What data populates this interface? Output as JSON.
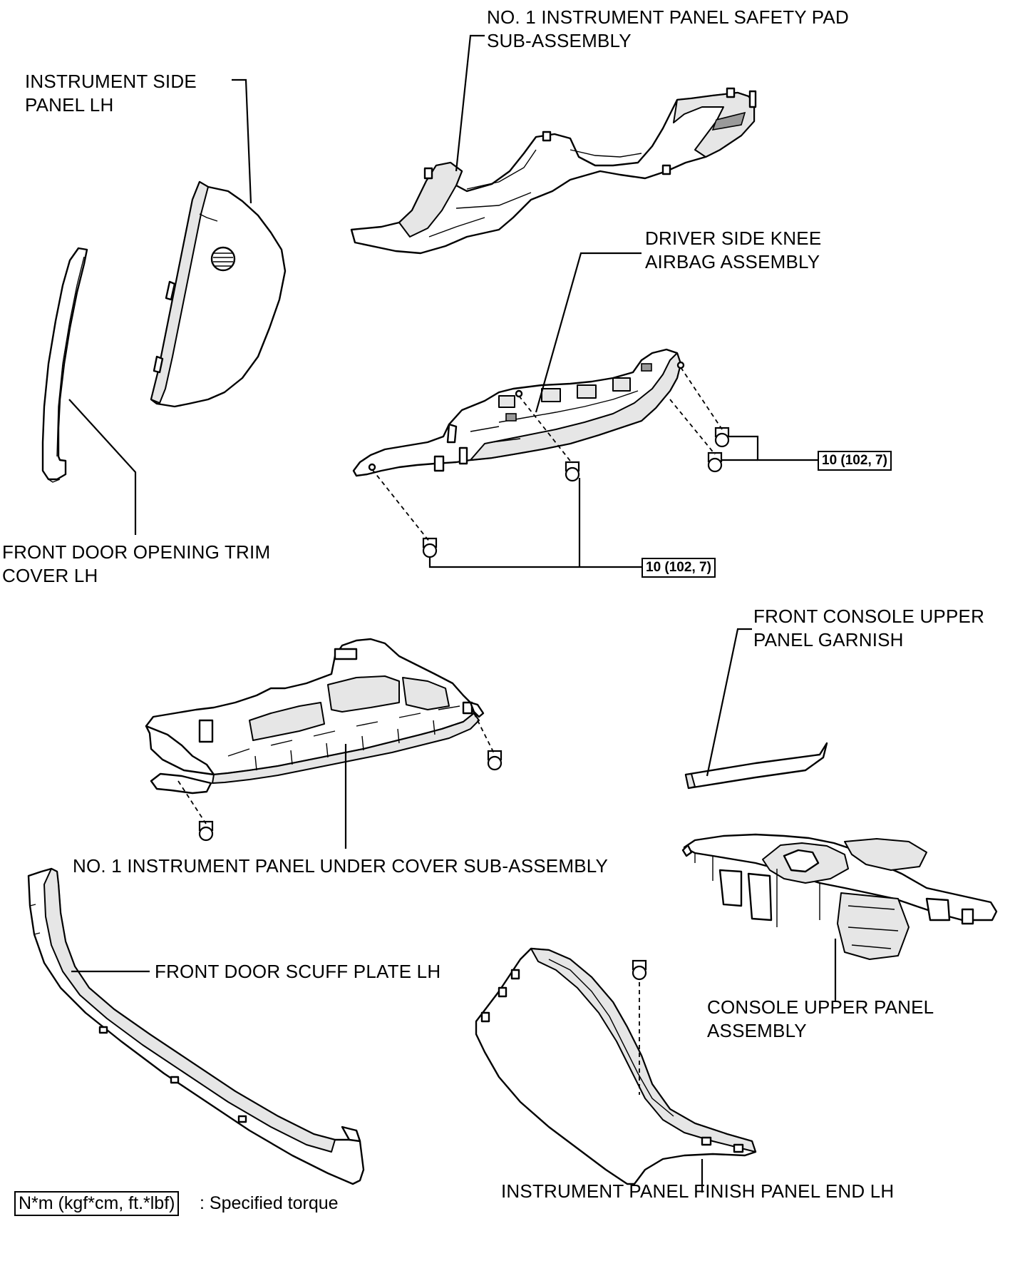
{
  "labels": {
    "safety_pad": [
      "NO. 1 INSTRUMENT PANEL SAFETY PAD",
      "SUB-ASSEMBLY"
    ],
    "side_panel": [
      "INSTRUMENT SIDE",
      "PANEL LH"
    ],
    "knee_airbag": [
      "DRIVER SIDE KNEE",
      "AIRBAG ASSEMBLY"
    ],
    "opening_trim": [
      "FRONT DOOR OPENING TRIM",
      "COVER LH"
    ],
    "console_garnish": [
      "FRONT CONSOLE UPPER",
      "PANEL GARNISH"
    ],
    "under_cover": "NO. 1 INSTRUMENT PANEL UNDER COVER SUB-ASSEMBLY",
    "scuff_plate": "FRONT DOOR SCUFF PLATE LH",
    "console_panel": [
      "CONSOLE UPPER PANEL",
      "ASSEMBLY"
    ],
    "finish_panel": "INSTRUMENT PANEL FINISH PANEL END LH"
  },
  "torques": {
    "upper_right": "10 (102, 7)",
    "lower": "10 (102, 7)"
  },
  "legend": {
    "box": "N*m (kgf*cm, ft.*lbf)",
    "text": ": Specified torque"
  }
}
